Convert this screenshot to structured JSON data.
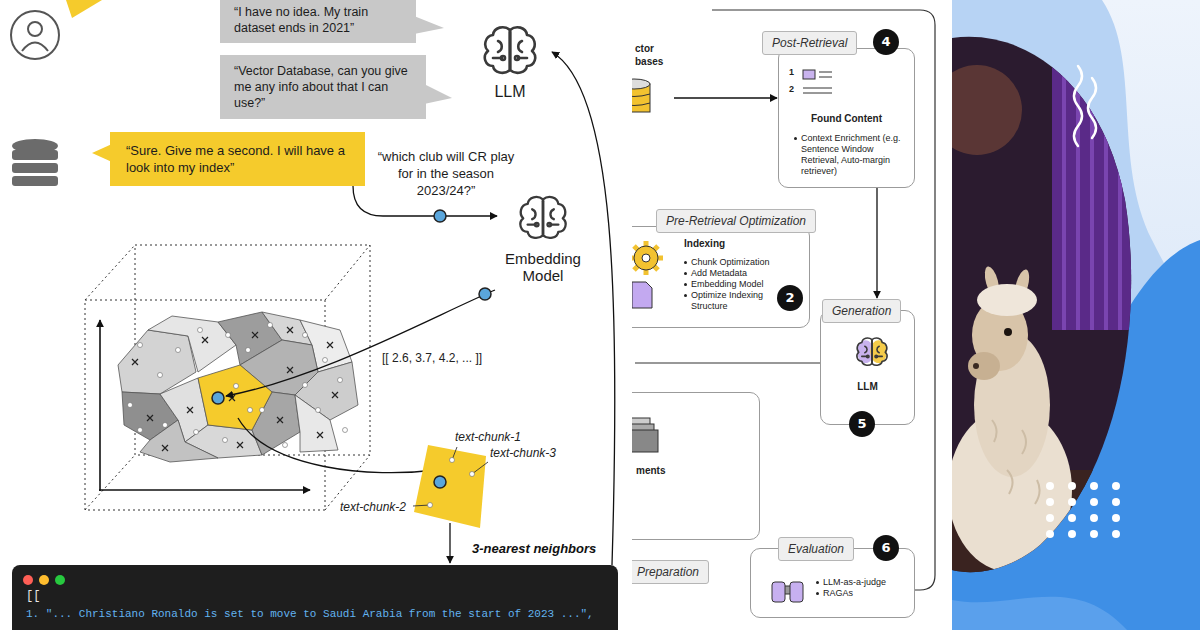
{
  "diagram": {
    "nodes": [
      {
        "text": [
          "“I have no idea. My train dataset ends in 2021”"
        ]
      },
      {
        "text": [
          "LLM"
        ]
      },
      {
        "text": [
          "“Vector Database, can you give me any info about that I can use?”"
        ]
      },
      {
        "text": [
          "“Sure. Give me a second. I will have a look into my index”"
        ]
      },
      {
        "text": [
          "Embedding Model"
        ]
      },
      {
        "text": [
          "text-chunk-1",
          "text-chunk-3",
          "text-chunk-2"
        ]
      },
      {
        "text": [
          "[[",
          "1. \"... Christiano Ronaldo is set to move to Saudi Arabia from the start of 2023 ...\","
        ]
      },
      {
        "text": [
          "ctor bases"
        ]
      },
      {
        "text": [
          "Post-Retrieval"
        ]
      },
      {
        "text": [
          "4"
        ]
      },
      {
        "text": [
          "Found Content",
          "Context Enrichment (e.g. Sentence Window Retrieval, Auto-margin retriever)"
        ]
      },
      {
        "text": [
          "Pre-Retrieval Optimization"
        ]
      },
      {
        "text": [
          "Indexing",
          "Chunk Optimization",
          "Add Metadata",
          "Embedding Model",
          "Optimize Indexing Structure"
        ]
      },
      {
        "text": [
          "2"
        ],
        "in": 12
      },
      {
        "text": [
          "Generation"
        ]
      },
      {
        "text": [
          "LLM"
        ]
      },
      {
        "text": [
          "5"
        ]
      },
      {
        "text": [
          "ments"
        ]
      },
      {
        "text": [
          "Preparation"
        ]
      },
      {
        "text": [
          "Evaluation"
        ]
      },
      {
        "text": [
          "6"
        ]
      },
      {
        "text": [
          "LLM-as-a-judge",
          "RAGAs"
        ]
      }
    ],
    "edges": [
      {
        "from": 3,
        "to": 4,
        "label": "“which club will CR play for in the season 2023/24?”",
        "arrow": "to"
      },
      {
        "from": 5,
        "to": 6,
        "arrow": "to"
      },
      {
        "from": 6,
        "to": 1,
        "arrow": "to"
      },
      {
        "from": 7,
        "to": 10,
        "arrow": "to"
      },
      {
        "from": 10,
        "to": 14,
        "arrow": "to"
      }
    ],
    "labels": [
      "[[ 2.6, 3.7, 4.2, ... ]]",
      "3-nearest neighbors",
      "1",
      "2"
    ]
  }
}
